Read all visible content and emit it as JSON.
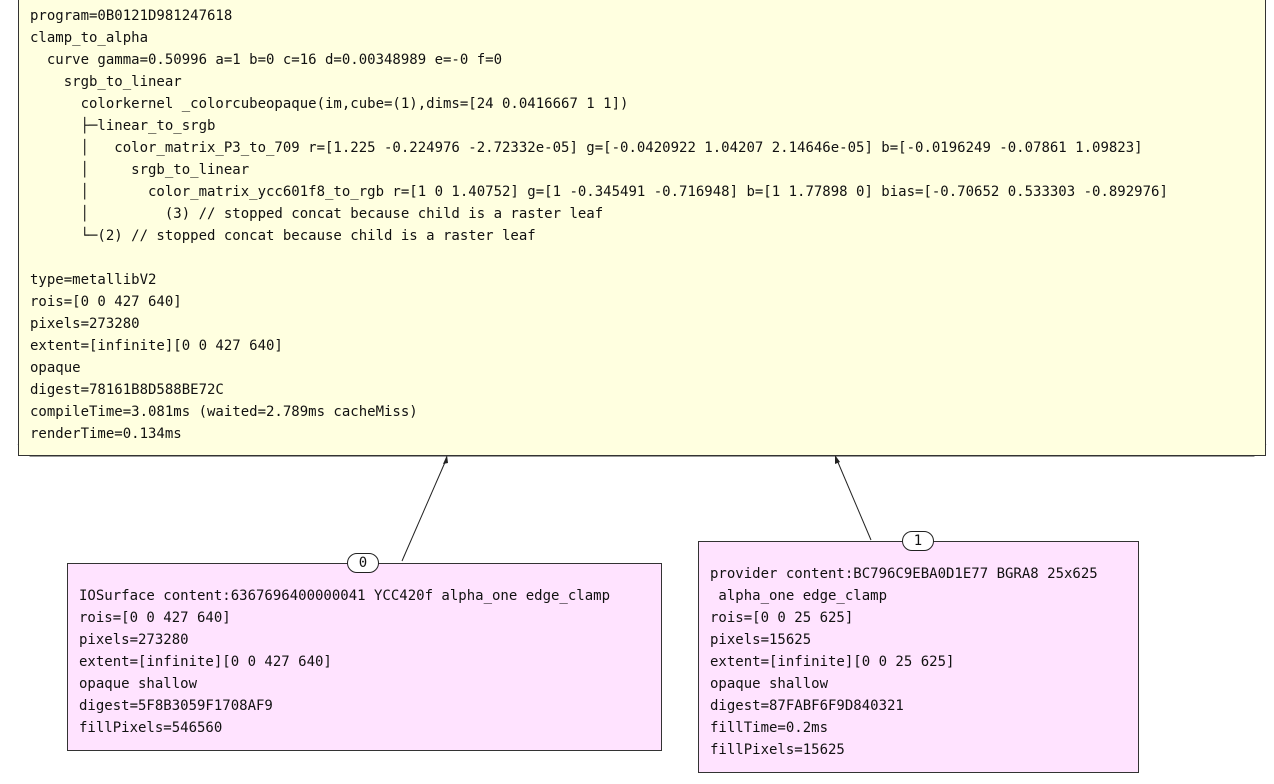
{
  "main_node": {
    "lines": [
      "program=0B0121D981247618",
      "clamp_to_alpha",
      "  curve gamma=0.50996 a=1 b=0 c=16 d=0.00348989 e=-0 f=0",
      "    srgb_to_linear",
      "      colorkernel _colorcubeopaque(im,cube=(1),dims=[24 0.0416667 1 1])",
      "      ├─linear_to_srgb",
      "      │   color_matrix_P3_to_709 r=[1.225 -0.224976 -2.72332e-05] g=[-0.0420922 1.04207 2.14646e-05] b=[-0.0196249 -0.07861 1.09823]",
      "      │     srgb_to_linear",
      "      │       color_matrix_ycc601f8_to_rgb r=[1 0 1.40752] g=[1 -0.345491 -0.716948] b=[1 1.77898 0] bias=[-0.70652 0.533303 -0.892976]",
      "      │         (3) // stopped concat because child is a raster leaf",
      "      └─(2) // stopped concat because child is a raster leaf",
      "",
      "type=metallibV2",
      "rois=[0 0 427 640]",
      "pixels=273280",
      "extent=[infinite][0 0 427 640]",
      "opaque",
      "digest=78161B8D588BE72C",
      "compileTime=3.081ms (waited=2.789ms cacheMiss)",
      "renderTime=0.134ms"
    ]
  },
  "input_0": {
    "label": "0",
    "lines": [
      "IOSurface content:6367696400000041 YCC420f alpha_one edge_clamp",
      "rois=[0 0 427 640]",
      "pixels=273280",
      "extent=[infinite][0 0 427 640]",
      "opaque shallow",
      "digest=5F8B3059F1708AF9",
      "fillPixels=546560"
    ]
  },
  "input_1": {
    "label": "1",
    "lines": [
      "provider content:BC796C9EBA0D1E77 BGRA8 25x625",
      " alpha_one edge_clamp",
      "rois=[0 0 25 625]",
      "pixels=15625",
      "extent=[infinite][0 0 25 625]",
      "opaque shallow",
      "digest=87FABF6F9D840321",
      "fillTime=0.2ms",
      "fillPixels=15625"
    ]
  },
  "colors": {
    "main_node_fill": "#ffffe0",
    "input_node_fill": "#ffe3ff",
    "border": "#333333"
  }
}
